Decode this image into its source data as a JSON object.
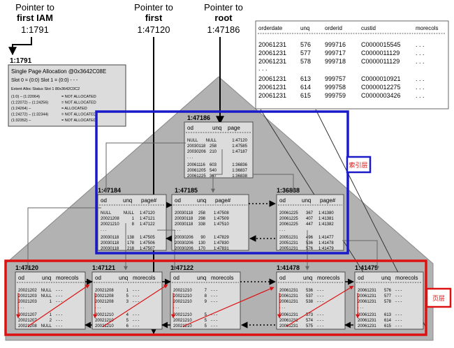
{
  "pointers": [
    {
      "id": "iam",
      "line1": "Pointer to",
      "line2": "first IAM",
      "addr": "1:1791"
    },
    {
      "id": "first",
      "line1": "Pointer to",
      "line2": "first",
      "addr": "1:47120"
    },
    {
      "id": "root",
      "line1": "Pointer to",
      "line2": "root",
      "addr": "1:47186"
    }
  ],
  "iam_page": {
    "title": "1:1791",
    "header1": "Single  Page  Allocation  @0x3642C08E",
    "header2": "Slot 0 = (0:0) Slot 1 = (0:0)    - - -",
    "ext_title": "Extent Alloc Status Slot 1 80x3642C0C2",
    "rows": [
      {
        "range": "(1:0)           – (1:22064)",
        "status": "= NOT ALLOCATED"
      },
      {
        "range": "(1:22072) – (1:24256)",
        "status": "= NOT ALLOCATED"
      },
      {
        "range": "(1:24264) –",
        "status": "= ALLOCATED"
      },
      {
        "range": "(1:24272) – (1:32344)",
        "status": "= NOT ALLOCATED"
      },
      {
        "range": "(1:32352) –",
        "status": "= NOT ALLOCATED"
      }
    ]
  },
  "table_detail": {
    "headers": [
      "orderdate",
      "unq",
      "orderid",
      "custid",
      "morecols"
    ],
    "rows": [
      [
        "20061231",
        "576",
        "999716",
        "C0000015545",
        ". . ."
      ],
      [
        "20061231",
        "577",
        "999717",
        "C0000011129",
        ". . ."
      ],
      [
        "20061231",
        "578",
        "999718",
        "C0000011129",
        ". . ."
      ],
      [
        ". . .",
        "",
        "",
        "",
        ""
      ],
      [
        "20061231",
        "613",
        "999757",
        "C0000010921",
        ". . ."
      ],
      [
        "20061231",
        "614",
        "999758",
        "C0000012275",
        ". . ."
      ],
      [
        "20061231",
        "615",
        "999759",
        "C0000003426",
        ". . ."
      ]
    ]
  },
  "root_page": {
    "addr": "1:47186",
    "headers": [
      "od",
      "unq",
      "page"
    ],
    "rows": [
      [
        "NULL",
        "NULL",
        "1:47120"
      ],
      [
        "20030118",
        "258",
        "1:47585"
      ],
      [
        "20030206",
        "210",
        "1:47187"
      ],
      [
        ". . .",
        "",
        ""
      ],
      [
        "20061116",
        "603",
        "1:36836"
      ],
      [
        "20061205",
        "540",
        "1:36837"
      ],
      [
        "20061225",
        "367",
        "1:36838"
      ]
    ]
  },
  "index_pages": [
    {
      "addr": "1:47184",
      "headers": [
        "od",
        "unq",
        "page#"
      ],
      "rows": [
        [
          "NULL",
          "NULL",
          "1:47120"
        ],
        [
          "20021208",
          "1",
          "1:47121"
        ],
        [
          "20021210",
          "8",
          "1:47122"
        ],
        [
          ". . .",
          "",
          ""
        ],
        [
          "20030118",
          "138",
          "1:47505"
        ],
        [
          "20030118",
          "178",
          "1:47506"
        ],
        [
          "20030118",
          "218",
          "1:47507"
        ]
      ]
    },
    {
      "addr": "1:47185",
      "headers": [
        "od",
        "unq",
        "page#"
      ],
      "rows": [
        [
          "20030118",
          "258",
          "1:47508"
        ],
        [
          "20030118",
          "298",
          "1:47509"
        ],
        [
          "20030118",
          "338",
          "1:47510"
        ],
        [
          ". . .",
          "",
          ""
        ],
        [
          "20030206",
          "90",
          "1:47829"
        ],
        [
          "20030206",
          "130",
          "1:47830"
        ],
        [
          "20030206",
          "170",
          "1:47831"
        ]
      ]
    },
    {
      "addr": "1:36838",
      "headers": [
        "od",
        "unq",
        "page#"
      ],
      "rows": [
        [
          "20061225",
          "367",
          "1:41380"
        ],
        [
          "20061225",
          "407",
          "1:41381"
        ],
        [
          "20061225",
          "447",
          "1:41382"
        ],
        [
          ". . .",
          "",
          ""
        ],
        [
          "20051231",
          "496",
          "1:41477"
        ],
        [
          "20051231",
          "536",
          "1:41478"
        ],
        [
          "20051231",
          "576",
          "1:41479"
        ]
      ]
    }
  ],
  "leaf_pages": [
    {
      "addr": "1:47120",
      "headers": [
        "od",
        "unq",
        "morecols"
      ],
      "rows": [
        [
          "20021202",
          "NULL",
          "- - -"
        ],
        [
          "20021203",
          "NULL",
          "- - -"
        ],
        [
          "20021203",
          "1",
          "- - -"
        ],
        [
          ". . .",
          "",
          ""
        ],
        [
          "20021207",
          "1",
          "- - -"
        ],
        [
          "20021207",
          "2",
          "- - -"
        ],
        [
          "20021208",
          "NULL",
          "- - -"
        ]
      ]
    },
    {
      "addr": "1:47121",
      "headers": [
        "od",
        "unq",
        "morecols"
      ],
      "rows": [
        [
          "20021208",
          "1",
          "- - -"
        ],
        [
          "20021208",
          "5",
          "- - -"
        ],
        [
          "20021208",
          "3",
          "- - -"
        ],
        [
          ". . .",
          "",
          ""
        ],
        [
          "20021210",
          "4",
          "- - -"
        ],
        [
          "20021210",
          "5",
          "- - -"
        ],
        [
          "20021210",
          "6",
          "- - -"
        ]
      ]
    },
    {
      "addr": "1:47122",
      "headers": [
        "od",
        "unq",
        "morecols"
      ],
      "rows": [
        [
          "20021210",
          "7",
          "- - -"
        ],
        [
          "20021210",
          "8",
          "- - -"
        ],
        [
          "20021210",
          "9",
          "- - -"
        ],
        [
          ". . .",
          "",
          ""
        ],
        [
          "20021210",
          "5",
          "- - -"
        ],
        [
          "20021210",
          "5",
          "- - -"
        ],
        [
          "20021210",
          "5",
          "- - -"
        ]
      ]
    },
    {
      "addr": "1:41478",
      "headers": [
        "od",
        "unq",
        "morecols"
      ],
      "rows": [
        [
          "20061231",
          "536",
          "- - -"
        ],
        [
          "20061231",
          "537",
          "- - -"
        ],
        [
          "20061231",
          "538",
          "- - -"
        ],
        [
          ". . .",
          "",
          ""
        ],
        [
          "20061231",
          "573",
          "- - -"
        ],
        [
          "20061231",
          "574",
          "- - -"
        ],
        [
          "20061231",
          "575",
          "- - -"
        ]
      ]
    },
    {
      "addr": "1:41479",
      "headers": [
        "od",
        "unq",
        "morecols"
      ],
      "rows": [
        [
          "20061231",
          "576",
          "- - -"
        ],
        [
          "20061231",
          "577",
          "- - -"
        ],
        [
          "20061231",
          "578",
          "- - -"
        ],
        [
          ". . .",
          "",
          ""
        ],
        [
          "20061231",
          "613",
          "- - -"
        ],
        [
          "20061231",
          "614",
          "- - -"
        ],
        [
          "20061231",
          "615",
          "- - -"
        ]
      ]
    }
  ],
  "labels": {
    "index_layer": "索引层",
    "leaf_layer": "页层"
  },
  "colors": {
    "index_box": "#1a1ac8",
    "leaf_box": "#dd1111",
    "page_fill": "#dcdcdc",
    "triangle": "#b2b2b2",
    "link_arrow": "#dd1111"
  }
}
